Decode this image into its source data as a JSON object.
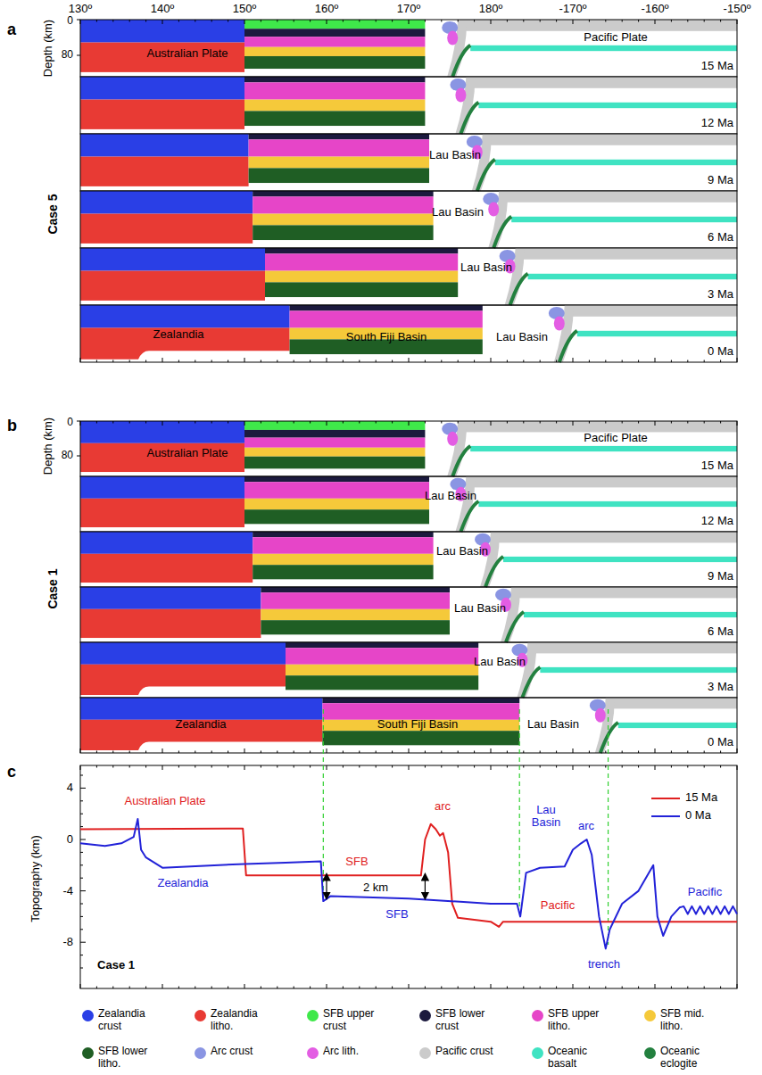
{
  "diagram": {
    "labels": [
      "130º",
      "140º",
      "150º",
      "160º",
      "170º",
      "180º",
      "-170º",
      "-160º",
      "-150º",
      "a",
      "Depth (km)",
      "0",
      "80",
      "Australian Plate",
      "Pacific Plate",
      "15 Ma",
      "12 Ma",
      "9 Ma",
      "6 Ma",
      "3 Ma",
      "0 Ma",
      "Lau Basin",
      "Lau Basin",
      "Lau Basin",
      "Zealandia",
      "South Fiji Basin",
      "Lau Basin",
      "Case 5",
      "b",
      "Depth (km)",
      "0",
      "80",
      "Australian Plate",
      "Pacific Plate",
      "15 Ma",
      "12 Ma",
      "9 Ma",
      "6 Ma",
      "3 Ma",
      "0 Ma",
      "Lau Basin",
      "Lau Basin",
      "Lau Basin",
      "Lau Basin",
      "Zealandia",
      "South Fiji Basin",
      "Lau Basin",
      "Case 1",
      "c",
      "Topography (km)",
      "4",
      "0",
      "-4",
      "-8",
      "Australian Plate",
      "arc",
      "SFB",
      "2 km",
      "Zealandia",
      "SFB",
      "Lau Basin",
      "arc",
      "Pacific",
      "trench",
      "Pacific",
      "Case 1"
    ],
    "legend": [
      {
        "text": "15 Ma"
      },
      {
        "text": "0 Ma"
      },
      {
        "text": "Zealandia crust",
        "color": "#2a3fe6"
      },
      {
        "text": "Zealandia litho.",
        "color": "#e83a34"
      },
      {
        "text": "SFB upper crust",
        "color": "#3fe84a"
      },
      {
        "text": "SFB lower crust",
        "color": "#1c1a3e"
      },
      {
        "text": "SFB upper litho.",
        "color": "#e645c8"
      },
      {
        "text": "SFB mid. litho.",
        "color": "#f5c93a"
      },
      {
        "text": "SFB lower litho.",
        "color": "#1f5e24"
      },
      {
        "text": "Arc crust",
        "color": "#8a95e3"
      },
      {
        "text": "Arc lith.",
        "color": "#e35de3"
      },
      {
        "text": "Pacific crust",
        "color": "#cbcbcb"
      },
      {
        "text": "Oceanic basalt",
        "color": "#3fe3c2"
      },
      {
        "text": "Oceanic eclogite",
        "color": "#23803f"
      }
    ]
  }
}
